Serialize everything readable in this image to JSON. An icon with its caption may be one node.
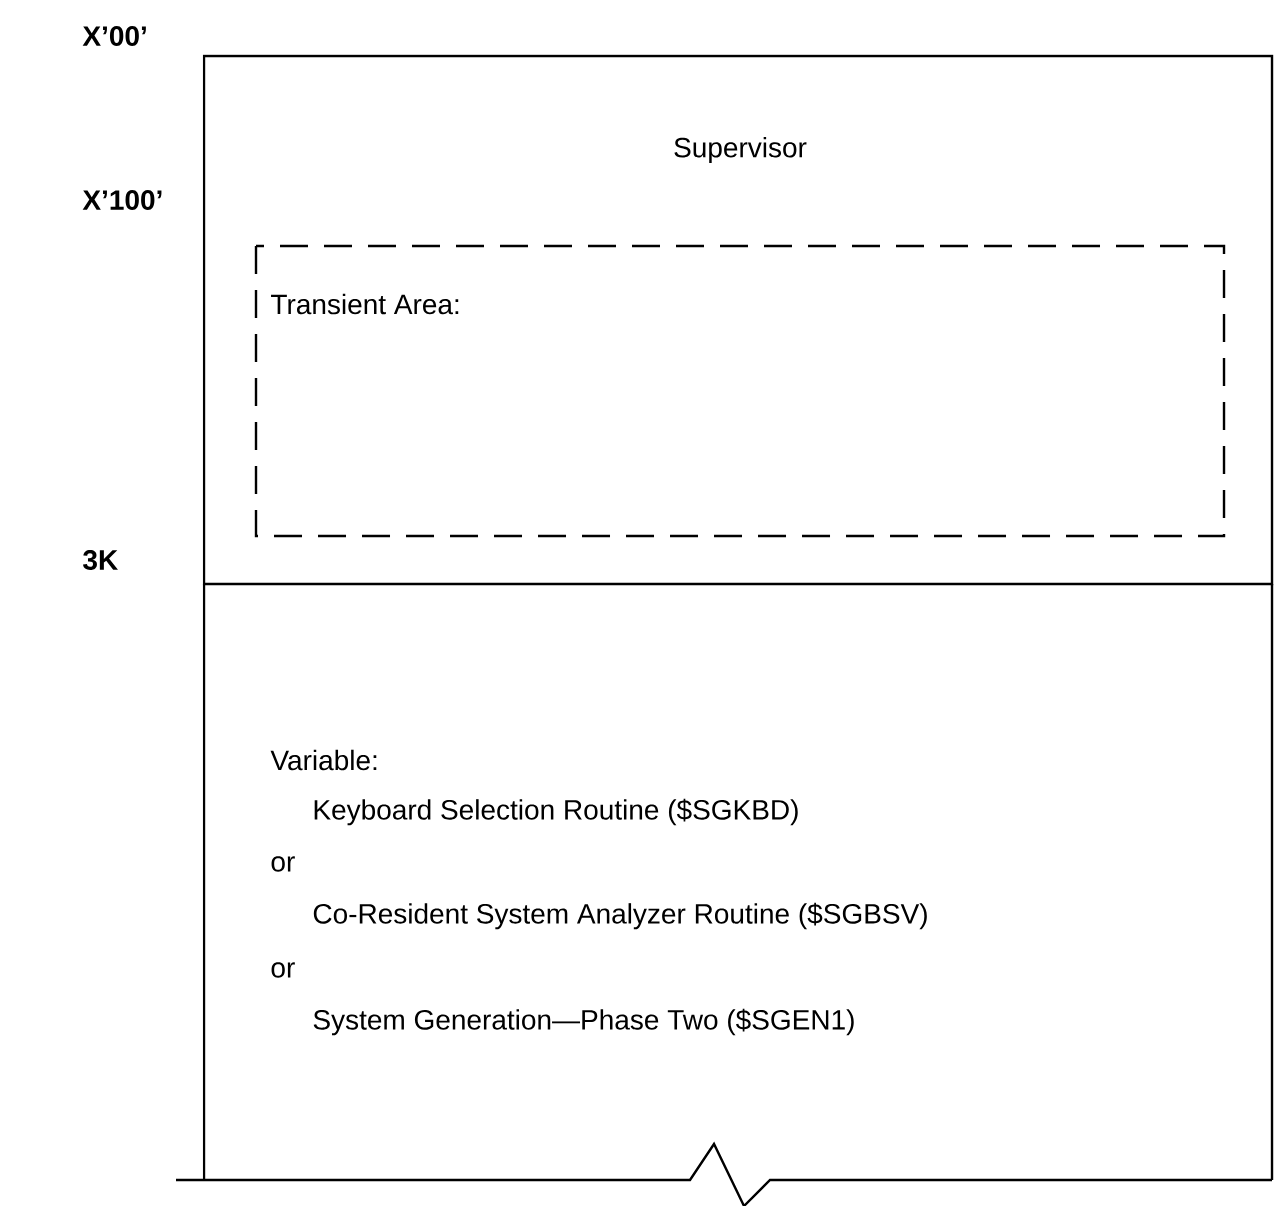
{
  "diagram": {
    "nodes": [
      {
        "text": [
          "Supervisor"
        ]
      },
      {
        "text": [
          "Transient Area:"
        ],
        "in": 0
      },
      {
        "text": [
          "Variable:",
          "Keyboard Selection Routine ($SGKBD)",
          "or",
          "Co-Resident System Analyzer Routine ($SGBSV)",
          "or",
          "System Generation—Phase Two ($SGEN1)"
        ]
      }
    ],
    "edges": [],
    "labels": [
      "X’00’",
      "X’100’",
      "3K"
    ]
  }
}
